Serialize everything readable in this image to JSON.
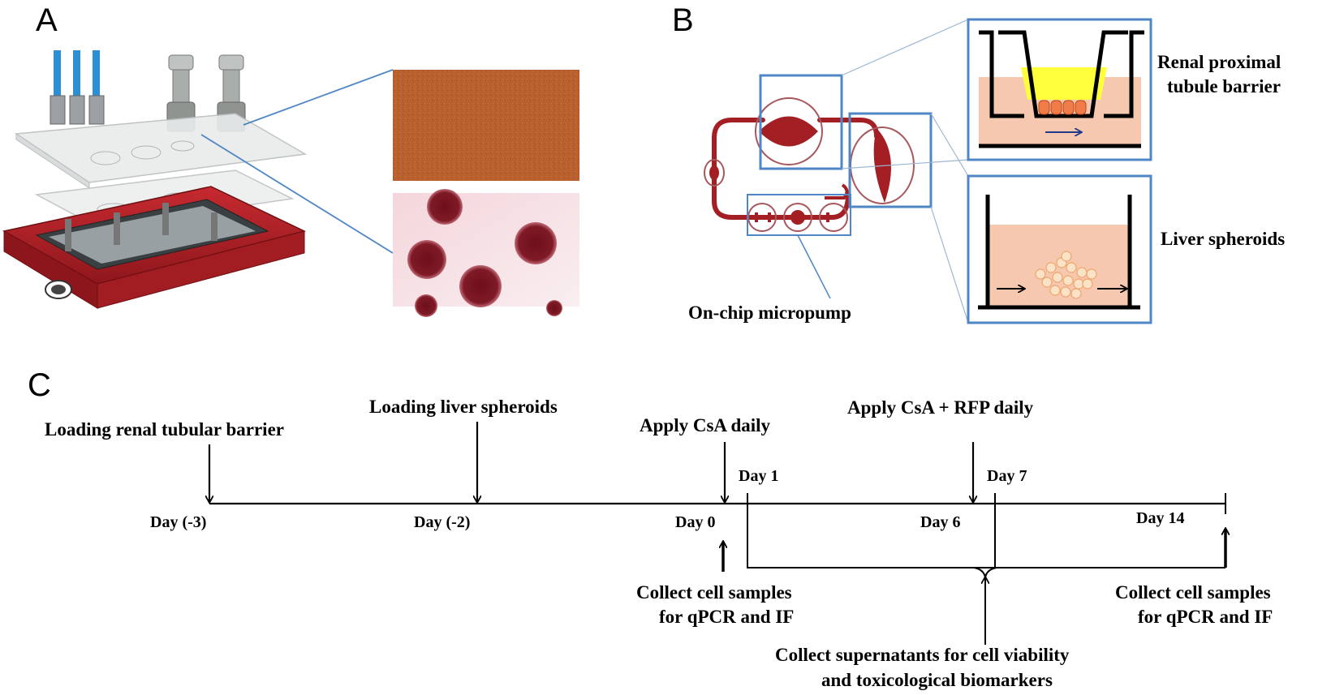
{
  "panels": {
    "a": {
      "letter": "A"
    },
    "b": {
      "letter": "B",
      "renal_label_line1": "Renal proximal",
      "renal_label_line2": "tubule barrier",
      "liver_label": "Liver spheroids",
      "pump_label": "On-chip micropump"
    },
    "c": {
      "letter": "C",
      "events_top": [
        {
          "label": "Loading renal tubular barrier"
        },
        {
          "label": "Loading  liver spheroids"
        },
        {
          "label": "Apply CsA daily"
        },
        {
          "label": "Apply CsA + RFP   daily"
        }
      ],
      "days": [
        "Day (-3)",
        "Day (-2)",
        "Day 0",
        "Day 1",
        "Day 6",
        "Day 7",
        "Day 14"
      ],
      "collect_left_line1": "Collect cell  samples",
      "collect_left_line2": "for qPCR and IF",
      "collect_right_line1": "Collect cell samples",
      "collect_right_line2": "for qPCR and IF",
      "supernatant_line1": "Collect supernatants for cell viability",
      "supernatant_line2": "and toxicological biomarkers"
    }
  },
  "colors": {
    "chip_red": "#a31f24",
    "chip_red_dark": "#7a1418",
    "blue_box": "#4f86c6",
    "tissue_pink": "#f7c8b0",
    "barrier_yellow": "#ffff3c",
    "cell_orange": "#f07c4a",
    "copper": "#b8612e",
    "tube_blue": "#2c8fd6"
  }
}
